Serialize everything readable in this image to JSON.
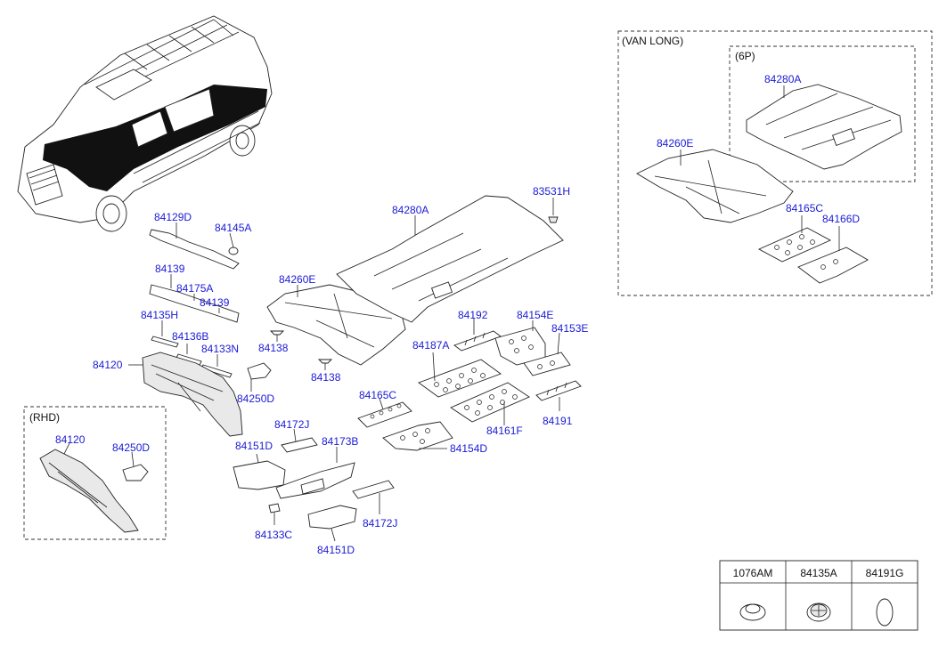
{
  "groups": {
    "rhd": "(RHD)",
    "van_long": "(VAN LONG)",
    "six_p": "(6P)"
  },
  "callouts": {
    "c84129D": "84129D",
    "c84145A": "84145A",
    "c84139a": "84139",
    "c84175A": "84175A",
    "c84139b": "84139",
    "c84135H": "84135H",
    "c84136B": "84136B",
    "c84133N": "84133N",
    "c84120": "84120",
    "c84250D": "84250D",
    "c84138a": "84138",
    "c84138b": "84138",
    "c84260E": "84260E",
    "c84280A": "84280A",
    "c83531H": "83531H",
    "c84192": "84192",
    "c84154E": "84154E",
    "c84153E": "84153E",
    "c84187A": "84187A",
    "c84165C": "84165C",
    "c84161F": "84161F",
    "c84191": "84191",
    "c84154D": "84154D",
    "c84172Ja": "84172J",
    "c84173B": "84173B",
    "c84151Da": "84151D",
    "c84133C": "84133C",
    "c84172Jb": "84172J",
    "c84151Db": "84151D",
    "rhd84120": "84120",
    "rhd84250D": "84250D",
    "van84280A": "84280A",
    "van84260E": "84260E",
    "van84165C": "84165C",
    "van84166D": "84166D"
  },
  "legend_table": {
    "headers": [
      "1076AM",
      "84135A",
      "84191G"
    ]
  }
}
